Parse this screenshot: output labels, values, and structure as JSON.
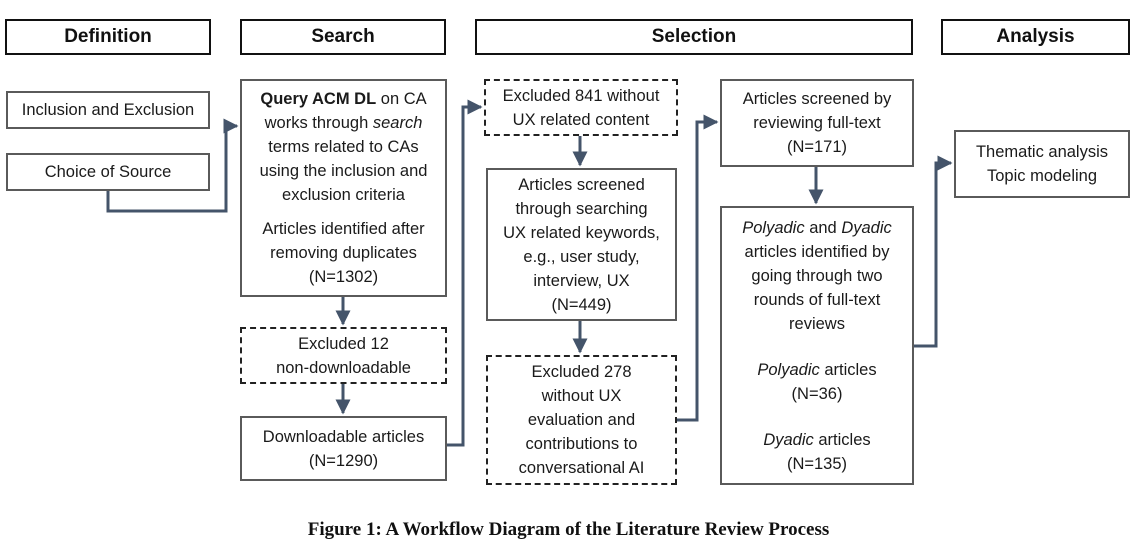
{
  "headers": {
    "definition": "Definition",
    "search": "Search",
    "selection": "Selection",
    "analysis": "Analysis"
  },
  "definition": {
    "inclusion": "Inclusion and Exclusion",
    "source": "Choice of Source"
  },
  "search": {
    "query": {
      "l1_bold": "Query ACM DL",
      "l1_rest": " on CA",
      "l2_a": "works through ",
      "l2_em": "search",
      "l3": "terms related to CAs",
      "l4": "using the inclusion and",
      "l5": "exclusion criteria",
      "l6": "Articles identified after",
      "l7": "removing duplicates",
      "l8": "(N=1302)"
    },
    "excluded": {
      "l1": "Excluded 12",
      "l2": "non-downloadable"
    },
    "downloadable": {
      "l1": "Downloadable articles",
      "l2": "(N=1290)"
    }
  },
  "selection": {
    "excluded841": {
      "l1": "Excluded 841 without",
      "l2": "UX related content"
    },
    "screened_keywords": {
      "l1": "Articles screened",
      "l2": "through searching",
      "l3": "UX related keywords,",
      "l4": "e.g., user study,",
      "l5": "interview, UX",
      "l6": "(N=449)"
    },
    "excluded278": {
      "l1": "Excluded 278",
      "l2": "without UX",
      "l3": "evaluation and",
      "l4": "contributions to",
      "l5": "conversational AI"
    },
    "fulltext": {
      "l1": "Articles screened by",
      "l2": "reviewing full-text",
      "l3": "(N=171)"
    },
    "identified": {
      "l1_em1": "Polyadic",
      "l1_mid": " and ",
      "l1_em2": "Dyadic",
      "l2": "articles identified by",
      "l3": "going through two",
      "l4": "rounds of full-text",
      "l5": "reviews",
      "poly_em": "Polyadic",
      "poly_rest": " articles",
      "poly_n": "(N=36)",
      "dy_em": "Dyadic",
      "dy_rest": " articles",
      "dy_n": "(N=135)"
    }
  },
  "analysis": {
    "l1": "Thematic analysis",
    "l2": "Topic modeling"
  },
  "caption": "Figure 1: A Workflow Diagram of the Literature Review Process",
  "colors": {
    "connector": "#44546a",
    "box_border": "#5a5a5a",
    "header_border": "#111111"
  }
}
